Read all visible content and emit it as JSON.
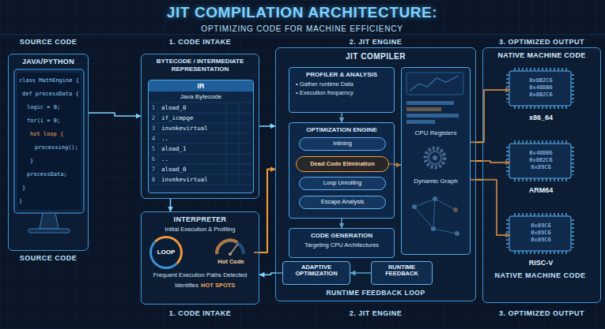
{
  "diagram": {
    "title": "JIT COMPILATION ARCHITECTURE:",
    "nodes": [
      {
        "text": [
          "JAVA/PYTHON"
        ]
      },
      {
        "text": [
          "BYTECODE / INTERMEDIATE REPRESENTATION"
        ]
      },
      {
        "text": [
          "IR",
          "Java Bytecode"
        ],
        "in": 1
      },
      {
        "text": [
          "INTERPRETER",
          "Initial Execution & Profiling"
        ]
      },
      {
        "text": [
          "LOOP"
        ],
        "in": 3
      },
      {
        "text": [
          "Hot Code"
        ],
        "in": 3
      },
      {
        "text": [
          "JIT COMPILER"
        ]
      },
      {
        "text": [
          "PROFILER & ANALYSIS",
          "• Gather runtime Data",
          "• Execution frequency"
        ],
        "in": 6
      },
      {
        "text": [
          "OPTIMIZATION ENGINE"
        ],
        "in": 6
      },
      {
        "text": [
          "Inlining"
        ],
        "in": 8
      },
      {
        "text": [
          "Dead Code Elimination"
        ],
        "in": 8
      },
      {
        "text": [
          "Loop Unrolling"
        ],
        "in": 8
      },
      {
        "text": [
          "Escape Analysis"
        ],
        "in": 8
      },
      {
        "text": [
          "CODE GENERATION",
          "Targeting CPU Architectures"
        ],
        "in": 6
      },
      {
        "text": [
          "CPU Registers",
          "Dynamic Graph"
        ],
        "in": 6
      },
      {
        "text": [
          "ADAPTIVE OPTIMIZATION"
        ],
        "in": 6
      },
      {
        "text": [
          "RUNTIME FEEDBACK"
        ],
        "in": 6
      },
      {
        "text": [
          "NATIVE MACHINE CODE"
        ]
      },
      {
        "text": [
          "0x8B2C6 0x4B8B6 0x8B2C6",
          "x86_64"
        ],
        "in": 17
      },
      {
        "text": [
          "0x4B8B6 0x8B2C6 0x89C6",
          "ARM64"
        ],
        "in": 17
      },
      {
        "text": [
          "0x89C6 0x89C6 0x89C6",
          "RISC-V"
        ],
        "in": 17
      }
    ],
    "edges": [
      {
        "from": 0,
        "to": 1,
        "arrow": "to"
      },
      {
        "from": 1,
        "to": 6,
        "arrow": "to"
      },
      {
        "from": 1,
        "to": 3,
        "arrow": "to"
      },
      {
        "from": 5,
        "to": 6,
        "arrow": "to"
      },
      {
        "from": 7,
        "to": 8,
        "arrow": "to"
      },
      {
        "from": 8,
        "to": 13,
        "arrow": "to"
      },
      {
        "from": 10,
        "to": 14,
        "arrow": "to"
      },
      {
        "from": 14,
        "to": 18,
        "arrow": "to"
      },
      {
        "from": 14,
        "to": 19,
        "arrow": "to"
      },
      {
        "from": 14,
        "to": 20,
        "arrow": "to"
      },
      {
        "from": 16,
        "to": 15,
        "arrow": "to"
      },
      {
        "from": 15,
        "to": 3,
        "arrow": "to"
      }
    ],
    "labels": [
      "OPTIMIZING CODE FOR MACHINE EFFICIENCY",
      "SOURCE CODE",
      "1. CODE INTAKE",
      "2. JIT ENGINE",
      "3. OPTIMIZED OUTPUT",
      "class MathEngine {",
      "def processData {",
      "logic = 0;",
      "for(i = 0;",
      "hot loop {",
      "processing();",
      "}",
      "processData;",
      "}",
      "}",
      "SOURCE CODE",
      "1",
      "aload_0",
      "2",
      "if_icmpge",
      "3",
      "invokevirtual",
      "4",
      "..",
      "5",
      "aload_1",
      "6",
      "..",
      "7",
      "aload_0",
      "8",
      "invokevirtual",
      "Frequent Execution Paths Detected",
      "Identifies",
      "HOT SPOTS",
      "1. CODE INTAKE",
      "RUNTIME FEEDBACK LOOP",
      "2. JIT ENGINE",
      "NATIVE MACHINE CODE",
      "3. OPTIMIZED OUTPUT"
    ]
  }
}
